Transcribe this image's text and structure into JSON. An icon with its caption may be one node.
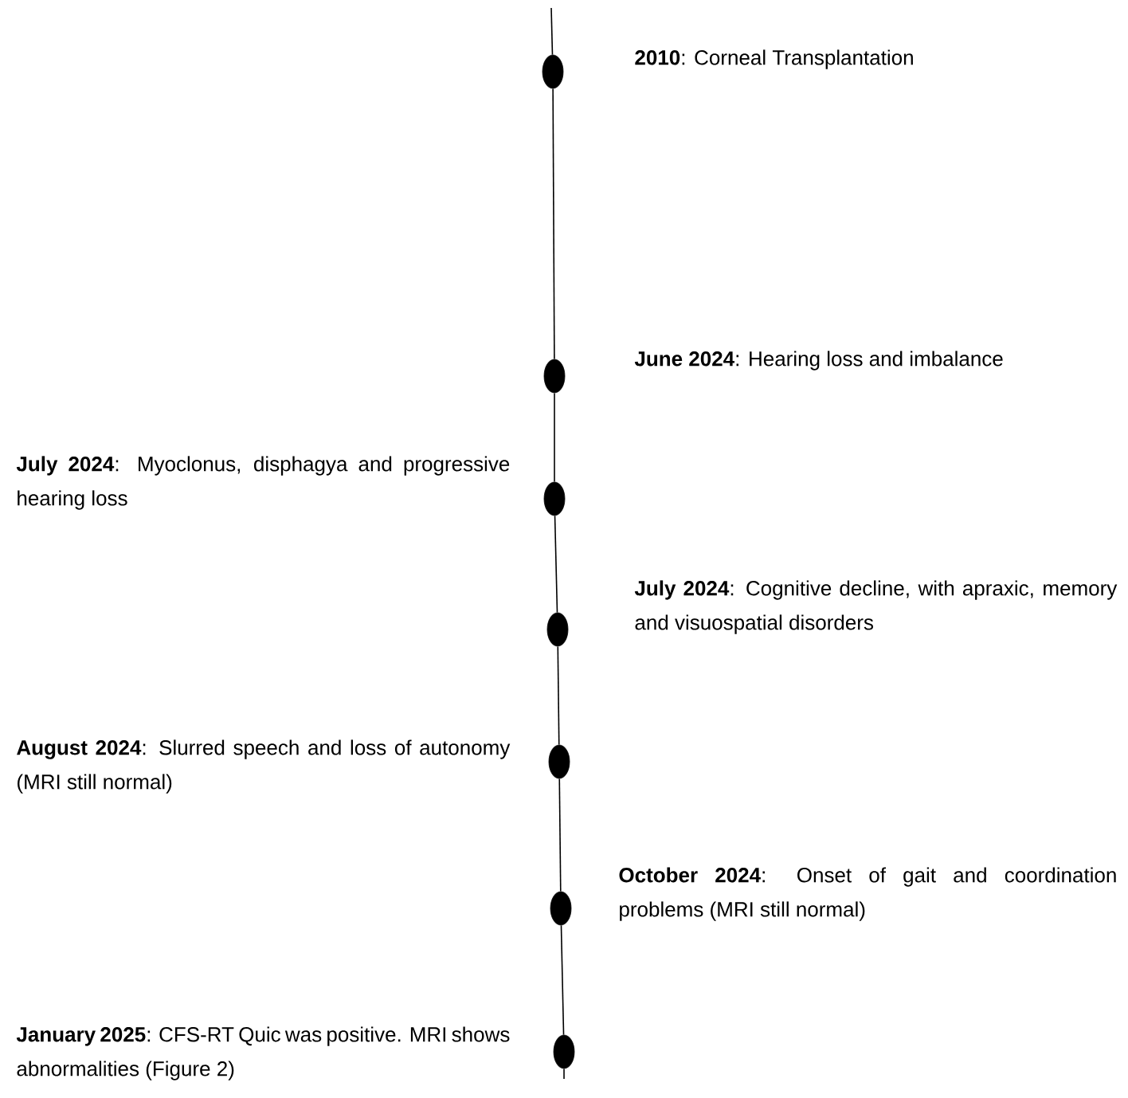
{
  "diagram": {
    "nodes": [
      {
        "text": [],
        "shape": "circle",
        "beside": [
          "**2010**: Corneal Transplantation"
        ]
      },
      {
        "text": [],
        "shape": "circle",
        "beside": [
          "**June 2024**: Hearing loss and imbalance"
        ]
      },
      {
        "text": [],
        "shape": "circle",
        "beside": [
          "**July 2024**: Myoclonus, disphagya and progressive hearing loss"
        ]
      },
      {
        "text": [],
        "shape": "circle",
        "beside": [
          "**July 2024**: Cognitive decline, with apraxic, memory and visuospatial disorders"
        ]
      },
      {
        "text": [],
        "shape": "circle",
        "beside": [
          "**August 2024**: Slurred speech and loss of autonomy (MRI still normal)"
        ]
      },
      {
        "text": [],
        "shape": "circle",
        "beside": [
          "**October 2024**: Onset of gait and coordination problems (MRI still normal)"
        ]
      },
      {
        "text": [],
        "shape": "circle",
        "beside": [
          "**January 2025**: CFS-RT Quic was positive. MRI shows abnormalities (Figure 2)"
        ]
      }
    ],
    "edges": [
      {
        "from": null,
        "to": 0,
        "arrow": "none"
      },
      {
        "from": 0,
        "to": 1,
        "arrow": "none"
      },
      {
        "from": 1,
        "to": 2,
        "arrow": "none"
      },
      {
        "from": 2,
        "to": 3,
        "arrow": "none"
      },
      {
        "from": 3,
        "to": 4,
        "arrow": "none"
      },
      {
        "from": 4,
        "to": 5,
        "arrow": "none"
      },
      {
        "from": 5,
        "to": 6,
        "arrow": "none"
      },
      {
        "from": 6,
        "to": null,
        "arrow": "none"
      }
    ]
  }
}
